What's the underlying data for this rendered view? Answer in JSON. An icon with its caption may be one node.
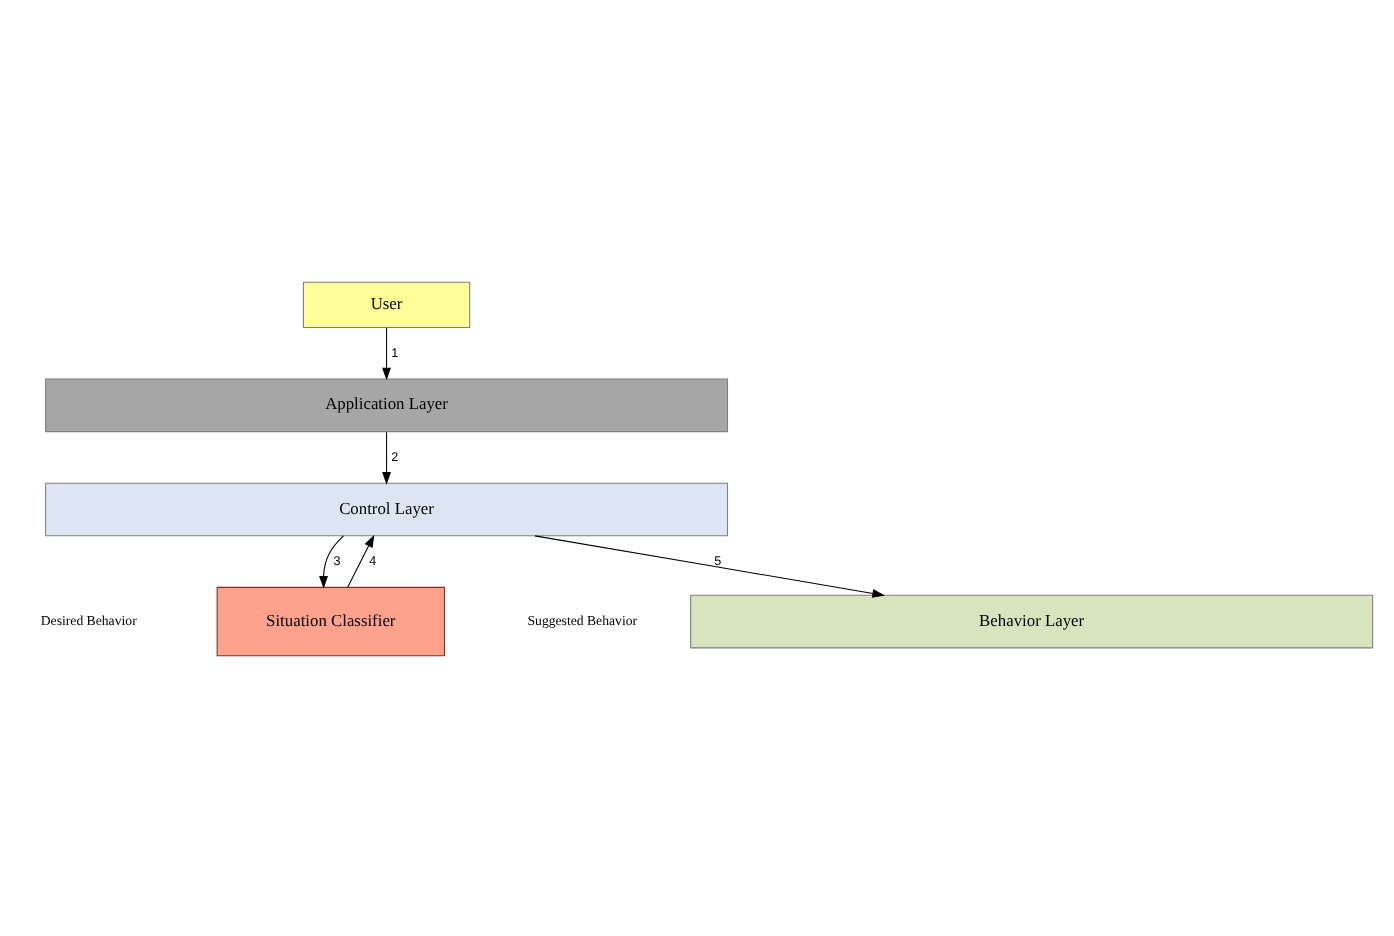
{
  "diagram": {
    "nodes": [
      {
        "text": [
          "User"
        ]
      },
      {
        "text": [
          "Application Layer"
        ]
      },
      {
        "text": [
          "Control Layer"
        ]
      },
      {
        "text": [
          "Situation Classifier"
        ]
      },
      {
        "text": [
          "Behavior Layer"
        ]
      }
    ],
    "edges": [
      {
        "from": 0,
        "to": 1,
        "arrow": "to",
        "label": "1"
      },
      {
        "from": 1,
        "to": 2,
        "arrow": "to",
        "label": "2"
      },
      {
        "from": 2,
        "to": 3,
        "arrow": "to",
        "label": "3"
      },
      {
        "from": 3,
        "to": 2,
        "arrow": "to",
        "label": "4"
      },
      {
        "from": 2,
        "to": 4,
        "arrow": "to",
        "label": "5"
      }
    ],
    "labels": [
      "Desired Behavior",
      "Suggested Behavior"
    ]
  }
}
